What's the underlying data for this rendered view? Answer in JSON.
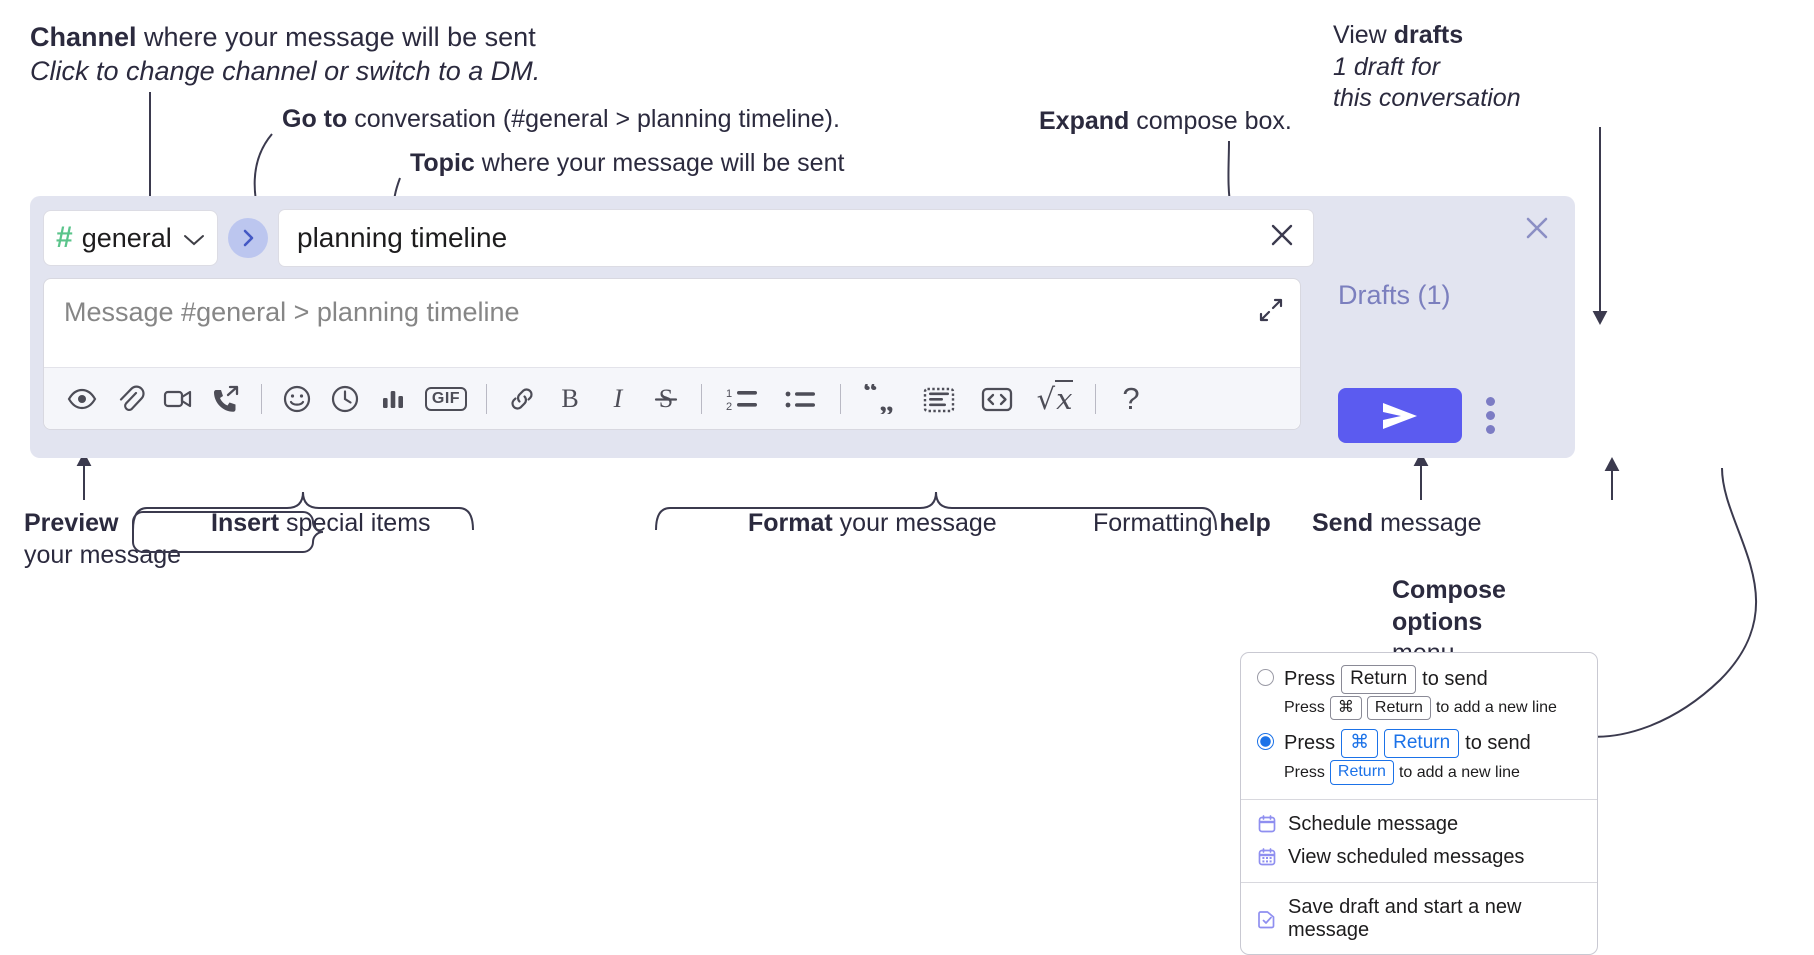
{
  "annotations": {
    "channel": {
      "bold": "Channel",
      "rest": " where your message will be sent",
      "italic": "Click to change channel or switch to a DM."
    },
    "goto": {
      "bold": "Go to",
      "rest": " conversation (#general > planning timeline)."
    },
    "topic": {
      "bold": "Topic",
      "rest": " where your message will be sent"
    },
    "expand": {
      "bold": "Expand",
      "rest": " compose box."
    },
    "drafts": {
      "pre": "View ",
      "bold": "drafts",
      "italic1": "1 draft for",
      "italic2": "this conversation"
    },
    "preview": {
      "bold": "Preview",
      "line2": "your message"
    },
    "insert": {
      "bold": "Insert",
      "rest": " special items"
    },
    "format": {
      "bold": "Format",
      "rest": " your message"
    },
    "help": {
      "pre": "Formatting ",
      "bold": "help"
    },
    "send": {
      "bold": "Send",
      "rest": " message"
    },
    "compose_options": {
      "bold1": "Compose",
      "bold2": "options",
      "rest": "menu"
    }
  },
  "compose": {
    "channel": {
      "hash": "#",
      "name": "general",
      "chevron": "chevron-down"
    },
    "go_button": "go-to-conversation",
    "topic": {
      "value": "planning timeline",
      "clear": "close-icon"
    },
    "message": {
      "placeholder": "Message #general > planning timeline",
      "expand": "expand-icon"
    },
    "toolbar": [
      {
        "name": "preview-icon",
        "label": "Preview"
      },
      {
        "name": "attachment-icon",
        "label": "Attach file"
      },
      {
        "name": "video-icon",
        "label": "Record video clip"
      },
      {
        "name": "huddle-icon",
        "label": "Start huddle"
      },
      {
        "name": "separator-1",
        "label": ""
      },
      {
        "name": "emoji-icon",
        "label": "Emoji"
      },
      {
        "name": "clock-icon",
        "label": "Reminder"
      },
      {
        "name": "poll-icon",
        "label": "Poll"
      },
      {
        "name": "gif-icon",
        "label": "GIF"
      },
      {
        "name": "separator-2",
        "label": ""
      },
      {
        "name": "link-icon",
        "label": "Link"
      },
      {
        "name": "bold-icon",
        "label": "B"
      },
      {
        "name": "italic-icon",
        "label": "I"
      },
      {
        "name": "strikethrough-icon",
        "label": "S"
      },
      {
        "name": "separator-3",
        "label": ""
      },
      {
        "name": "ordered-list-icon",
        "label": "Ordered list"
      },
      {
        "name": "bulleted-list-icon",
        "label": "Bulleted list"
      },
      {
        "name": "separator-4",
        "label": ""
      },
      {
        "name": "blockquote-icon",
        "label": "Blockquote"
      },
      {
        "name": "code-block-icon",
        "label": "Code block"
      },
      {
        "name": "code-icon",
        "label": "Code"
      },
      {
        "name": "math-icon",
        "label": "Math"
      },
      {
        "name": "separator-5",
        "label": ""
      },
      {
        "name": "help-icon",
        "label": "?"
      }
    ],
    "drafts_label": "Drafts (1)",
    "panel_close": "close-icon",
    "send_label": "send-icon",
    "kebab_label": "compose-options-menu"
  },
  "menu": {
    "option1": {
      "selected": false,
      "pre": "Press",
      "key": "Return",
      "post": "to send",
      "sub_pre": "Press",
      "sub_key1": "⌘",
      "sub_key2": "Return",
      "sub_post": "to add a new line"
    },
    "option2": {
      "selected": true,
      "pre": "Press",
      "key1": "⌘",
      "key2": "Return",
      "post": "to send",
      "sub_pre": "Press",
      "sub_key": "Return",
      "sub_post": "to add a new line"
    },
    "items": [
      {
        "icon": "calendar-icon",
        "label": "Schedule message"
      },
      {
        "icon": "calendar-grid-icon",
        "label": "View scheduled messages"
      },
      {
        "icon": "save-draft-icon",
        "label": "Save draft and start a new message"
      }
    ]
  },
  "colors": {
    "panel_bg": "#e2e4f0",
    "send_button": "#5b5bf0",
    "hash_green": "#5bc48b",
    "go_button_bg": "#bcc6ef",
    "drafts_text": "#7b7fbe",
    "accent_blue": "#1b72e8",
    "menu_icon": "#8f8ff0",
    "text": "#2b2a3e"
  }
}
